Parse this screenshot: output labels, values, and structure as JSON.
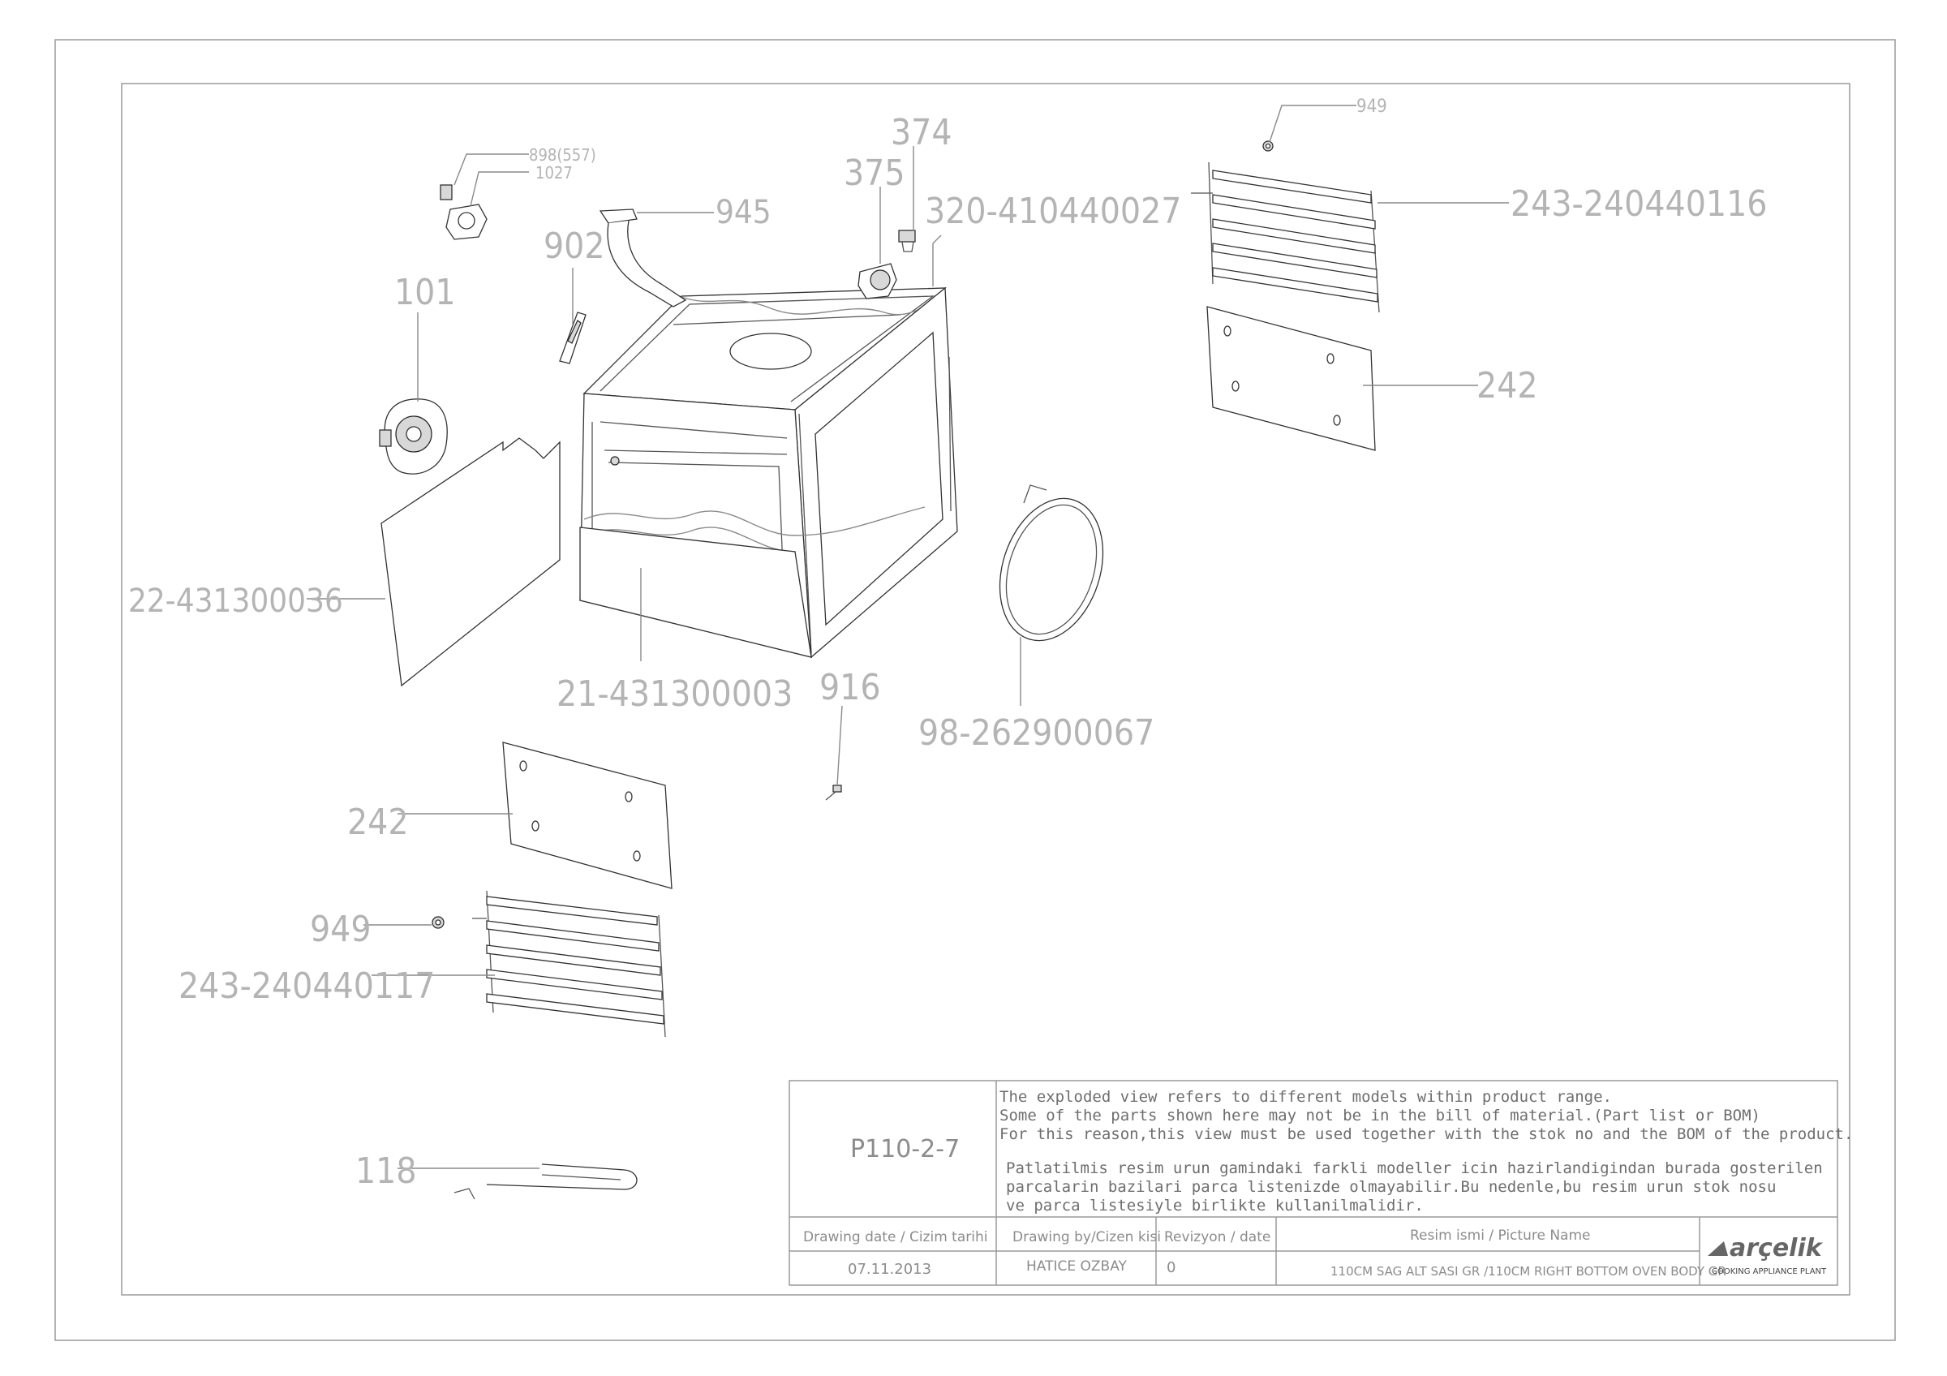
{
  "labels": {
    "l_898": "898(557)",
    "l_1027": "1027",
    "l_945": "945",
    "l_374": "374",
    "l_375": "375",
    "l_320": "320-410440027",
    "l_902": "902",
    "l_101": "101",
    "l_949_top": "949",
    "l_243_116": "243-240440116",
    "l_242_top": "242",
    "l_22": "22-431300036",
    "l_21": "21-431300003",
    "l_916": "916",
    "l_98": "98-262900067",
    "l_242_bot": "242",
    "l_949_bot": "949",
    "l_243_117": "243-240440117",
    "l_118": "118"
  },
  "title_block": {
    "code": "P110-2-7",
    "notes": [
      "The exploded view refers to different models within product range.",
      "Some of the parts shown here may not be in the bill of material.(Part list or BOM)",
      "For this reason,this view must be used together with the stok no and the BOM of the product.",
      "Patlatilmis resim urun gamindaki farkli modeller icin hazirlandigindan burada gosterilen",
      "parcalarin bazilari parca listenizde olmayabilir.Bu nedenle,bu resim urun stok nosu",
      "ve parca listesiyle birlikte kullanilmalidir."
    ],
    "drawing_date_label": "Drawing date / Cizim tarihi",
    "drawing_date": "07.11.2013",
    "drawn_by_label": "Drawing by/Cizen kisi",
    "drawn_by": "HATICE OZBAY",
    "revision_label": "Revizyon / date",
    "revision": "0",
    "picture_name_label": "Resim ismi / Picture Name",
    "picture_name": "110CM SAG ALT SASI GR /110CM RIGHT BOTTOM OVEN BODY GR",
    "brand": "arçelik",
    "brand_sub": "COOKING APPLIANCE PLANT"
  },
  "colors": {
    "label": "#b4b4b4",
    "line": "#555555",
    "border": "#9a9a9a"
  }
}
